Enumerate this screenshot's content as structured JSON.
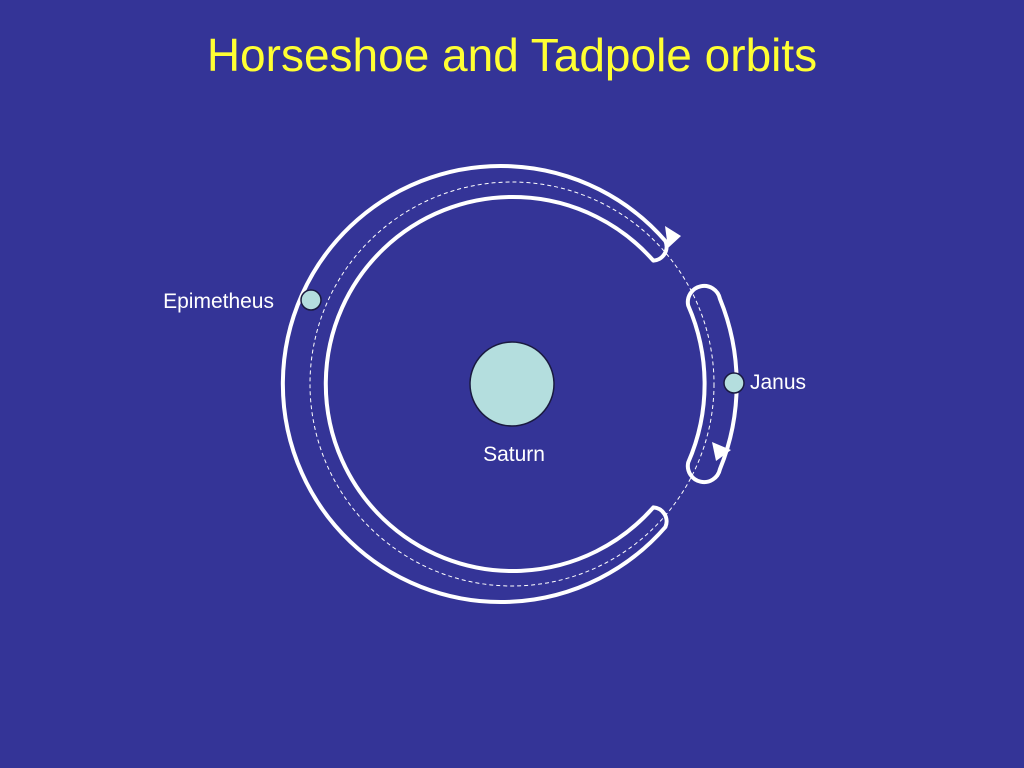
{
  "slide": {
    "title": "Horseshoe and Tadpole orbits"
  },
  "diagram": {
    "planet_label": "Saturn",
    "moon1_label": "Epimetheus",
    "moon2_label": "Janus",
    "colors": {
      "background": "#343497",
      "title": "#ffff33",
      "orbit_line": "#ffffff",
      "body_fill": "#b4dede"
    }
  }
}
